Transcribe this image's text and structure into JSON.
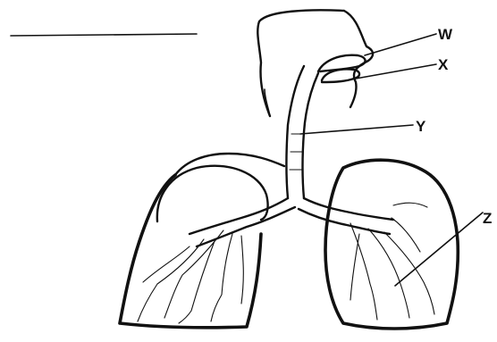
{
  "diagram": {
    "labels": {
      "w": "W",
      "x": "X",
      "y": "Y",
      "z": "Z"
    }
  }
}
